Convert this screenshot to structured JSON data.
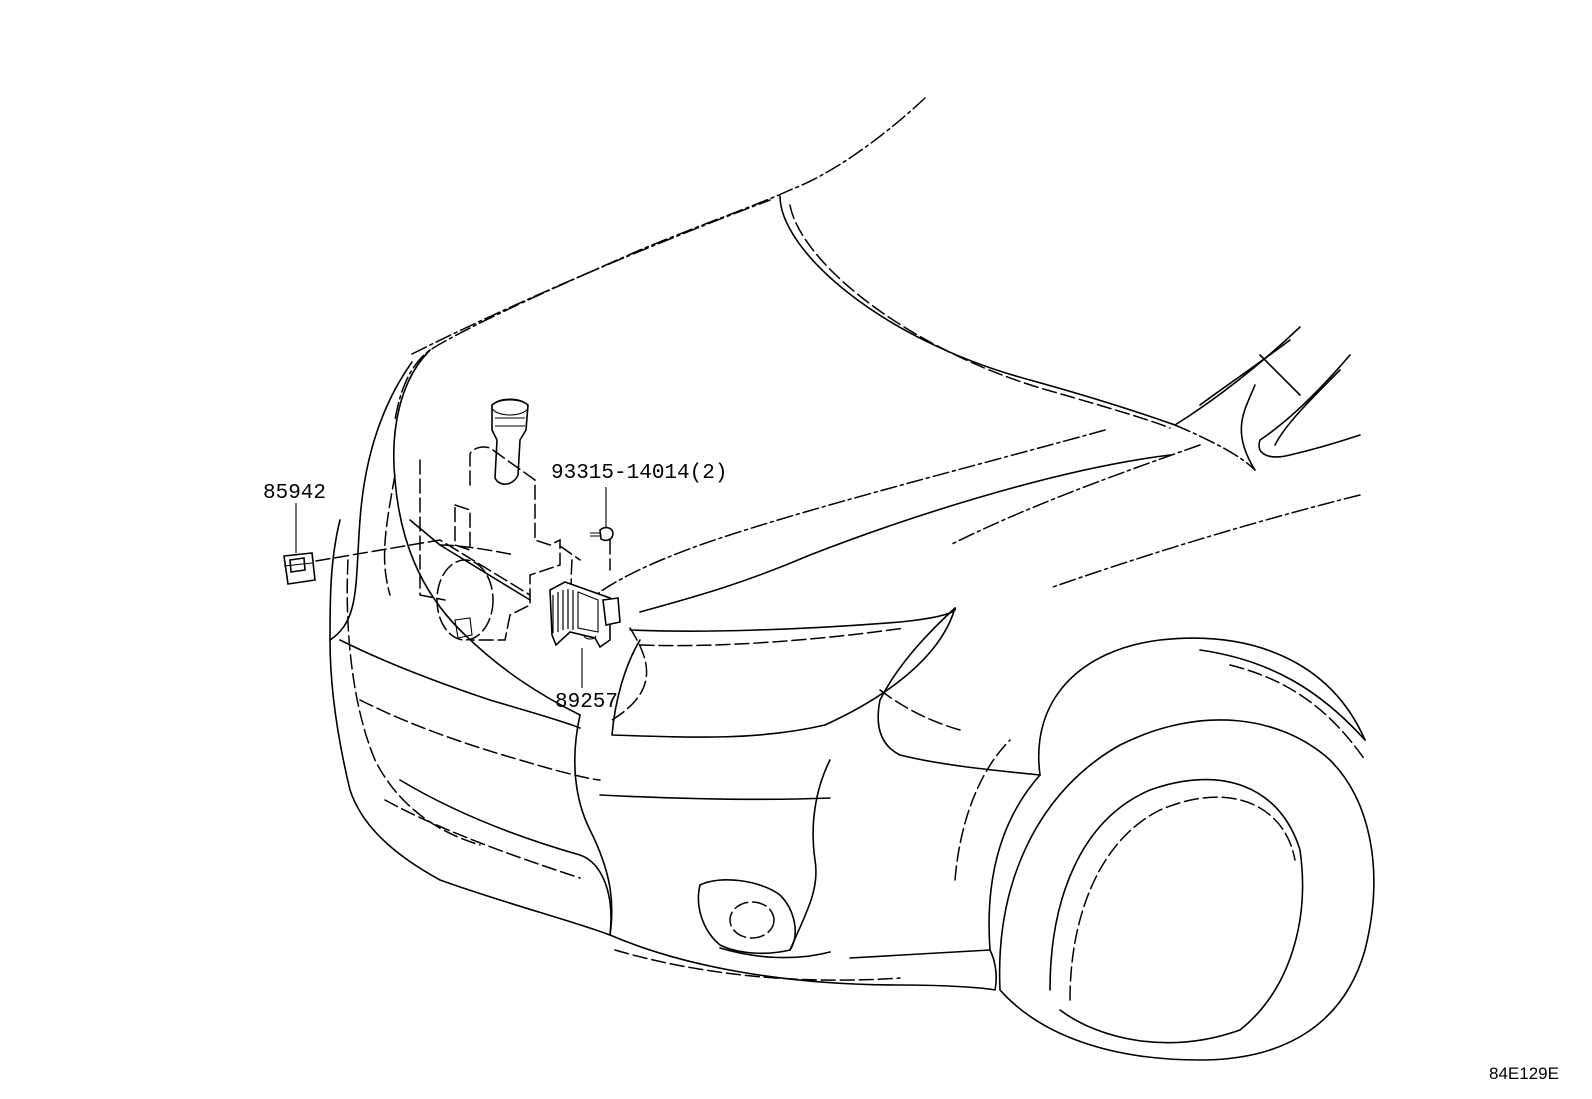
{
  "callouts": [
    {
      "id": "85942",
      "label": "85942"
    },
    {
      "id": "93315",
      "label": "93315-14014(2)"
    },
    {
      "id": "89257",
      "label": "89257"
    }
  ],
  "diagram_code": "84E129E",
  "colors": {
    "line": "#000000",
    "background": "#ffffff"
  }
}
